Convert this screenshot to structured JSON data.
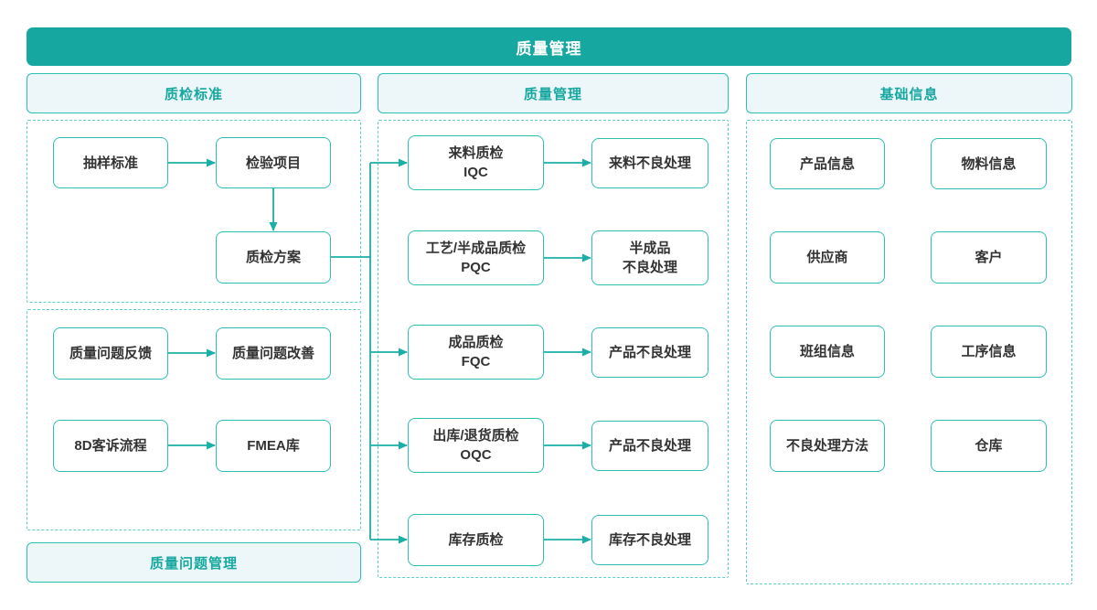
{
  "main_header": {
    "title": "质量管理"
  },
  "section_headers": {
    "left": "质检标准",
    "middle": "质量管理",
    "right": "基础信息",
    "left_bottom": "质量问题管理"
  },
  "nodes": {
    "left_top": [
      {
        "label": "抽样标准"
      },
      {
        "label": "检验项目"
      },
      {
        "label": "质检方案"
      }
    ],
    "left_bottom": [
      {
        "label": "质量问题反馈"
      },
      {
        "label": "质量问题改善"
      },
      {
        "label": "8D客诉流程"
      },
      {
        "label": "FMEA库"
      }
    ],
    "middle": [
      {
        "source": "来料质检\nIQC",
        "target": "来料不良处理"
      },
      {
        "source": "工艺/半成品质检\nPQC",
        "target": "半成品\n不良处理"
      },
      {
        "source": "成品质检\nFQC",
        "target": "产品不良处理"
      },
      {
        "source": "出库/退货质检\nOQC",
        "target": "产品不良处理"
      },
      {
        "source": "库存质检",
        "target": "库存不良处理"
      }
    ],
    "right": [
      {
        "label": "产品信息"
      },
      {
        "label": "物料信息"
      },
      {
        "label": "供应商"
      },
      {
        "label": "客户"
      },
      {
        "label": "班组信息"
      },
      {
        "label": "工序信息"
      },
      {
        "label": "不良处理方法"
      },
      {
        "label": "仓库"
      }
    ]
  },
  "colors": {
    "teal": "#16A8A0",
    "node_border": "#2CBFB4",
    "dashed_border": "#5BD0C8",
    "header_bg": "#EDF7FA",
    "connector": "#1BAFA7",
    "text": "#333333"
  }
}
